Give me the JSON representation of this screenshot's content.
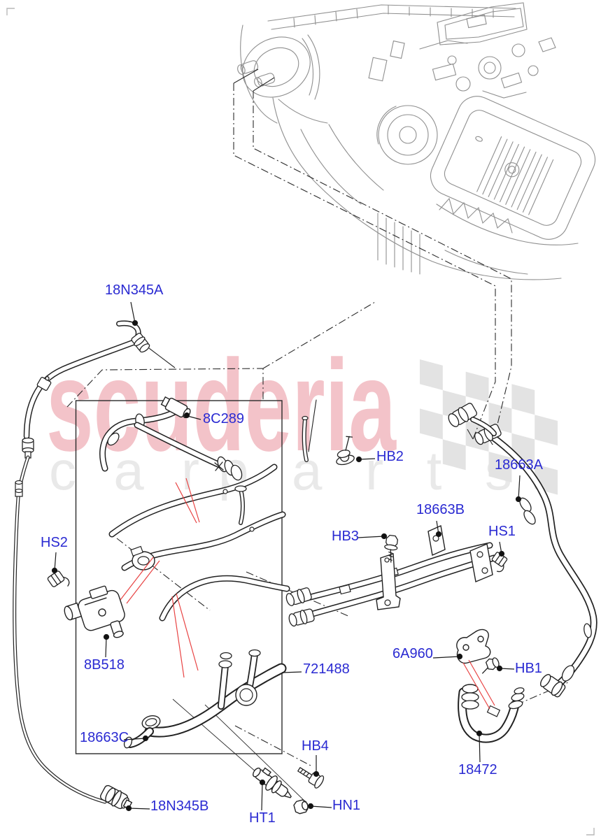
{
  "watermark": {
    "brand": "scuderia",
    "word1": "car",
    "word2": "parts"
  },
  "colors": {
    "label_blue": "#2a2ad2",
    "leader_red": "#e84343",
    "drawing_black": "#222222",
    "hvac_gray": "#8f8f8f",
    "watermark_pink": "#f3c3c9",
    "watermark_gray": "#e9e9e9",
    "flag_gray": "#e3e3e3"
  },
  "parts": [
    {
      "label": "18N345A"
    },
    {
      "label": "8C289"
    },
    {
      "label": "HB2"
    },
    {
      "label": "18663A"
    },
    {
      "label": "18663B"
    },
    {
      "label": "HB3"
    },
    {
      "label": "HS1"
    },
    {
      "label": "HS2"
    },
    {
      "label": "8B518"
    },
    {
      "label": "721488"
    },
    {
      "label": "6A960"
    },
    {
      "label": "HB1"
    },
    {
      "label": "18663C"
    },
    {
      "label": "HB4"
    },
    {
      "label": "18472"
    },
    {
      "label": "18N345B"
    },
    {
      "label": "HT1"
    },
    {
      "label": "HN1"
    }
  ]
}
